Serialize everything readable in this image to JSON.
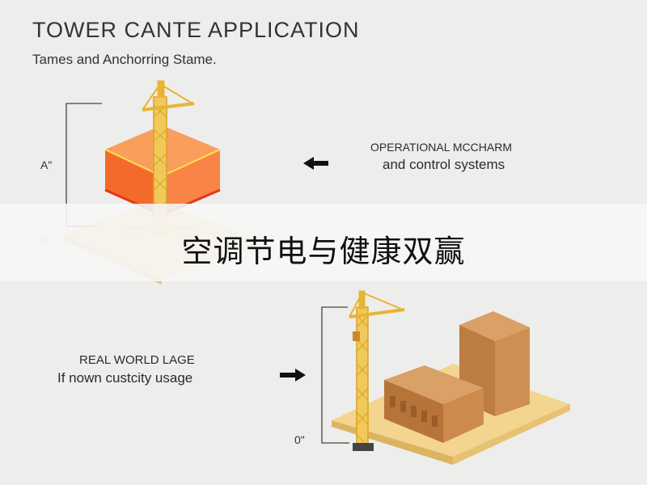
{
  "header": {
    "title": "TOWER CANTE APPLICATION",
    "subtitle": "Tames and Anchorring Stame."
  },
  "top_panel": {
    "height_label_top": "A\"",
    "height_label_bottom": "0\"",
    "caption_line1": "OPERATIONAL MCCHARM",
    "caption_line2": "and control systems"
  },
  "bottom_panel": {
    "caption_line1": "REAL WORLD LAGE",
    "caption_line2": "If nown custcity usage",
    "height_label_bottom": "0\""
  },
  "banner": {
    "text": "空调节电与健康双赢"
  },
  "colors": {
    "crane": "#e8b530",
    "cube": "#f46a2a",
    "building": "#c98a4a",
    "platform": "#f0cf83"
  }
}
